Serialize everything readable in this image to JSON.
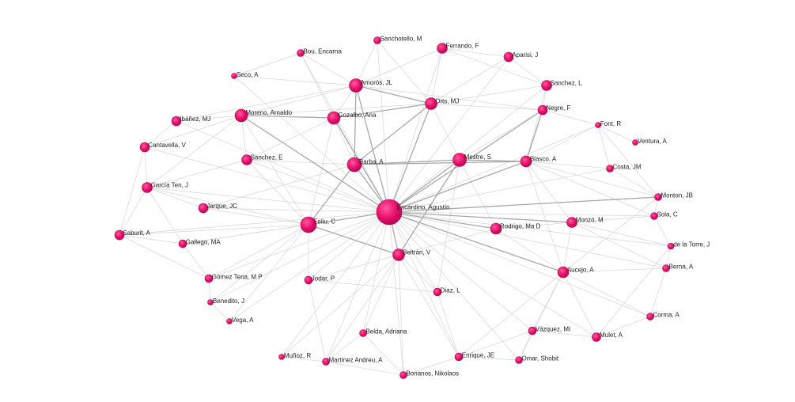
{
  "graph": {
    "node_color": "#e8126e",
    "edge_color": "#d0d0d0",
    "strong_edge_color": "#9e9e9e",
    "nodes": [
      {
        "id": "escardino",
        "label": "Escardino, Agustín"
      },
      {
        "id": "feliu",
        "label": "Feliu, C"
      },
      {
        "id": "barba",
        "label": "Barba, A"
      },
      {
        "id": "mestre",
        "label": "Mestre, S"
      },
      {
        "id": "beltran",
        "label": "Beltrán, V"
      },
      {
        "id": "amoros",
        "label": "Amorós, JL"
      },
      {
        "id": "orts",
        "label": "Orts, MJ"
      },
      {
        "id": "gozalbo",
        "label": "Gozalbo, Ana"
      },
      {
        "id": "moreno",
        "label": "Moreno, Arnaldo"
      },
      {
        "id": "sanchezE",
        "label": "Sanchez, E"
      },
      {
        "id": "blasco",
        "label": "Blasco, A"
      },
      {
        "id": "rodrigo",
        "label": "Rodrigo, Ma D"
      },
      {
        "id": "aucejo",
        "label": "Aucejo, A"
      },
      {
        "id": "monzo",
        "label": "Monzó, M"
      },
      {
        "id": "ferrando",
        "label": "Ferrando, F"
      },
      {
        "id": "sanchezL",
        "label": "Sanchez, L"
      },
      {
        "id": "negre",
        "label": "Negre, F"
      },
      {
        "id": "aparisi",
        "label": "Aparisi, J"
      },
      {
        "id": "sanchotello",
        "label": "Sanchotello, M"
      },
      {
        "id": "bou",
        "label": "Bou, Encarna"
      },
      {
        "id": "seco",
        "label": "Seco, A"
      },
      {
        "id": "ibanez",
        "label": "Ibáñez, MJ"
      },
      {
        "id": "cantavella",
        "label": "Cantavella, V"
      },
      {
        "id": "garciaten",
        "label": "García Ten, J"
      },
      {
        "id": "jarque",
        "label": "Jarque, JC"
      },
      {
        "id": "saburit",
        "label": "Saburit, A"
      },
      {
        "id": "gallego",
        "label": "Gallego, MA"
      },
      {
        "id": "gomeztena",
        "label": "Gómez Tena, M P"
      },
      {
        "id": "benedito",
        "label": "Benedito, J"
      },
      {
        "id": "vega",
        "label": "Vega, A"
      },
      {
        "id": "jodar",
        "label": "Jodar, P"
      },
      {
        "id": "diaz",
        "label": "Diaz, L"
      },
      {
        "id": "belda",
        "label": "Belda, Adriana"
      },
      {
        "id": "munoz",
        "label": "Muñoz, R"
      },
      {
        "id": "martinez",
        "label": "Martínez Andreu, A"
      },
      {
        "id": "bonanos",
        "label": "Bonanos, Nikolaos"
      },
      {
        "id": "enrique",
        "label": "Enrique, JE"
      },
      {
        "id": "omar",
        "label": "Omar, Shobit"
      },
      {
        "id": "vazquez",
        "label": "Vázquez, MI"
      },
      {
        "id": "mulet",
        "label": "Mulet, A"
      },
      {
        "id": "corma",
        "label": "Corma, A"
      },
      {
        "id": "berna",
        "label": "Berna, A"
      },
      {
        "id": "delatorre",
        "label": "de la Torre, J"
      },
      {
        "id": "sola",
        "label": "Sola, C"
      },
      {
        "id": "monton",
        "label": "Monton, JB"
      },
      {
        "id": "costa",
        "label": "Costa, JM"
      },
      {
        "id": "font",
        "label": "Font, R"
      },
      {
        "id": "ventura",
        "label": "Ventura, A"
      }
    ],
    "strong_edges": [
      [
        "escardino",
        "feliu"
      ],
      [
        "escardino",
        "barba"
      ],
      [
        "escardino",
        "mestre"
      ],
      [
        "escardino",
        "beltran"
      ],
      [
        "escardino",
        "amoros"
      ],
      [
        "escardino",
        "orts"
      ],
      [
        "escardino",
        "gozalbo"
      ],
      [
        "escardino",
        "moreno"
      ],
      [
        "escardino",
        "blasco"
      ],
      [
        "escardino",
        "rodrigo"
      ],
      [
        "escardino",
        "aucejo"
      ],
      [
        "escardino",
        "monzo"
      ],
      [
        "escardino",
        "monton"
      ],
      [
        "escardino",
        "negre"
      ],
      [
        "amoros",
        "orts"
      ],
      [
        "barba",
        "mestre"
      ],
      [
        "barba",
        "blasco"
      ],
      [
        "mestre",
        "blasco"
      ],
      [
        "mestre",
        "beltran"
      ],
      [
        "amoros",
        "barba"
      ],
      [
        "orts",
        "barba"
      ],
      [
        "gozalbo",
        "orts"
      ],
      [
        "moreno",
        "gozalbo"
      ],
      [
        "blasco",
        "negre"
      ],
      [
        "feliu",
        "barba"
      ],
      [
        "feliu",
        "beltran"
      ]
    ],
    "edges": [
      [
        "escardino",
        "sanchezE"
      ],
      [
        "escardino",
        "jarque"
      ],
      [
        "escardino",
        "garciaten"
      ],
      [
        "escardino",
        "cantavella"
      ],
      [
        "escardino",
        "ibanez"
      ],
      [
        "escardino",
        "saburit"
      ],
      [
        "escardino",
        "gallego"
      ],
      [
        "escardino",
        "gomeztena"
      ],
      [
        "escardino",
        "jodar"
      ],
      [
        "escardino",
        "diaz"
      ],
      [
        "escardino",
        "belda"
      ],
      [
        "escardino",
        "martinez"
      ],
      [
        "escardino",
        "bonanos"
      ],
      [
        "escardino",
        "enrique"
      ],
      [
        "escardino",
        "vazquez"
      ],
      [
        "escardino",
        "mulet"
      ],
      [
        "escardino",
        "corma"
      ],
      [
        "escardino",
        "berna"
      ],
      [
        "escardino",
        "delatorre"
      ],
      [
        "escardino",
        "sola"
      ],
      [
        "escardino",
        "costa"
      ],
      [
        "escardino",
        "font"
      ],
      [
        "escardino",
        "sanchezL"
      ],
      [
        "escardino",
        "ferrando"
      ],
      [
        "escardino",
        "aparisi"
      ],
      [
        "escardino",
        "sanchotello"
      ],
      [
        "escardino",
        "bou"
      ],
      [
        "escardino",
        "seco"
      ],
      [
        "escardino",
        "munoz"
      ],
      [
        "escardino",
        "omar"
      ],
      [
        "escardino",
        "vega"
      ],
      [
        "escardino",
        "benedito"
      ],
      [
        "amoros",
        "sanchotello"
      ],
      [
        "amoros",
        "bou"
      ],
      [
        "amoros",
        "ferrando"
      ],
      [
        "amoros",
        "negre"
      ],
      [
        "amoros",
        "moreno"
      ],
      [
        "amoros",
        "ibanez"
      ],
      [
        "amoros",
        "seco"
      ],
      [
        "amoros",
        "gozalbo"
      ],
      [
        "orts",
        "ferrando"
      ],
      [
        "orts",
        "aparisi"
      ],
      [
        "orts",
        "sanchezL"
      ],
      [
        "orts",
        "negre"
      ],
      [
        "orts",
        "sanchotello"
      ],
      [
        "ferrando",
        "aparisi"
      ],
      [
        "ferrando",
        "sanchezL"
      ],
      [
        "aparisi",
        "sanchezL"
      ],
      [
        "sanchezL",
        "negre"
      ],
      [
        "bou",
        "seco"
      ],
      [
        "bou",
        "gozalbo"
      ],
      [
        "moreno",
        "ibanez"
      ],
      [
        "moreno",
        "sanchezE"
      ],
      [
        "moreno",
        "cantavella"
      ],
      [
        "moreno",
        "feliu"
      ],
      [
        "moreno",
        "garciaten"
      ],
      [
        "moreno",
        "orts"
      ],
      [
        "ibanez",
        "cantavella"
      ],
      [
        "cantavella",
        "garciaten"
      ],
      [
        "cantavella",
        "saburit"
      ],
      [
        "garciaten",
        "saburit"
      ],
      [
        "garciaten",
        "jarque"
      ],
      [
        "garciaten",
        "gallego"
      ],
      [
        "garciaten",
        "feliu"
      ],
      [
        "saburit",
        "gallego"
      ],
      [
        "saburit",
        "gomeztena"
      ],
      [
        "jarque",
        "feliu"
      ],
      [
        "jarque",
        "barba"
      ],
      [
        "sanchezE",
        "barba"
      ],
      [
        "sanchezE",
        "feliu"
      ],
      [
        "sanchezE",
        "garciaten"
      ],
      [
        "gozalbo",
        "barba"
      ],
      [
        "gozalbo",
        "sanchezE"
      ],
      [
        "gozalbo",
        "feliu"
      ],
      [
        "feliu",
        "jodar"
      ],
      [
        "feliu",
        "gomeztena"
      ],
      [
        "feliu",
        "gallego"
      ],
      [
        "feliu",
        "saburit"
      ],
      [
        "feliu",
        "benedito"
      ],
      [
        "feliu",
        "vega"
      ],
      [
        "beltran",
        "jodar"
      ],
      [
        "beltran",
        "diaz"
      ],
      [
        "beltran",
        "belda"
      ],
      [
        "beltran",
        "martinez"
      ],
      [
        "beltran",
        "munoz"
      ],
      [
        "beltran",
        "bonanos"
      ],
      [
        "beltran",
        "rodrigo"
      ],
      [
        "beltran",
        "enrique"
      ],
      [
        "mestre",
        "rodrigo"
      ],
      [
        "mestre",
        "diaz"
      ],
      [
        "mestre",
        "negre"
      ],
      [
        "blasco",
        "monzo"
      ],
      [
        "blasco",
        "costa"
      ],
      [
        "blasco",
        "font"
      ],
      [
        "blasco",
        "sola"
      ],
      [
        "blasco",
        "aucejo"
      ],
      [
        "rodrigo",
        "monzo"
      ],
      [
        "rodrigo",
        "aucejo"
      ],
      [
        "monzo",
        "aucejo"
      ],
      [
        "monzo",
        "sola"
      ],
      [
        "monzo",
        "delatorre"
      ],
      [
        "monzo",
        "berna"
      ],
      [
        "aucejo",
        "vazquez"
      ],
      [
        "aucejo",
        "mulet"
      ],
      [
        "aucejo",
        "corma"
      ],
      [
        "aucejo",
        "berna"
      ],
      [
        "aucejo",
        "enrique"
      ],
      [
        "aucejo",
        "omar"
      ],
      [
        "mulet",
        "corma"
      ],
      [
        "vazquez",
        "mulet"
      ],
      [
        "vazquez",
        "omar"
      ],
      [
        "corma",
        "berna"
      ],
      [
        "berna",
        "delatorre"
      ],
      [
        "sola",
        "monton"
      ],
      [
        "sola",
        "delatorre"
      ],
      [
        "monton",
        "costa"
      ],
      [
        "monton",
        "font"
      ],
      [
        "font",
        "ventura"
      ],
      [
        "costa",
        "font"
      ],
      [
        "monton",
        "blasco"
      ],
      [
        "enrique",
        "omar"
      ],
      [
        "enrique",
        "bonanos"
      ],
      [
        "belda",
        "bonanos"
      ],
      [
        "martinez",
        "bonanos"
      ],
      [
        "munoz",
        "martinez"
      ],
      [
        "belda",
        "martinez"
      ],
      [
        "jodar",
        "diaz"
      ],
      [
        "diaz",
        "enrique"
      ],
      [
        "gomeztena",
        "benedito"
      ],
      [
        "benedito",
        "vega"
      ],
      [
        "gallego",
        "gomeztena"
      ],
      [
        "negre",
        "blasco"
      ],
      [
        "negre",
        "font"
      ],
      [
        "sanchezL",
        "blasco"
      ],
      [
        "orts",
        "mestre"
      ],
      [
        "enrique",
        "vazquez"
      ],
      [
        "mulet",
        "delatorre"
      ],
      [
        "monton",
        "aucejo"
      ],
      [
        "jodar",
        "martinez"
      ]
    ]
  }
}
